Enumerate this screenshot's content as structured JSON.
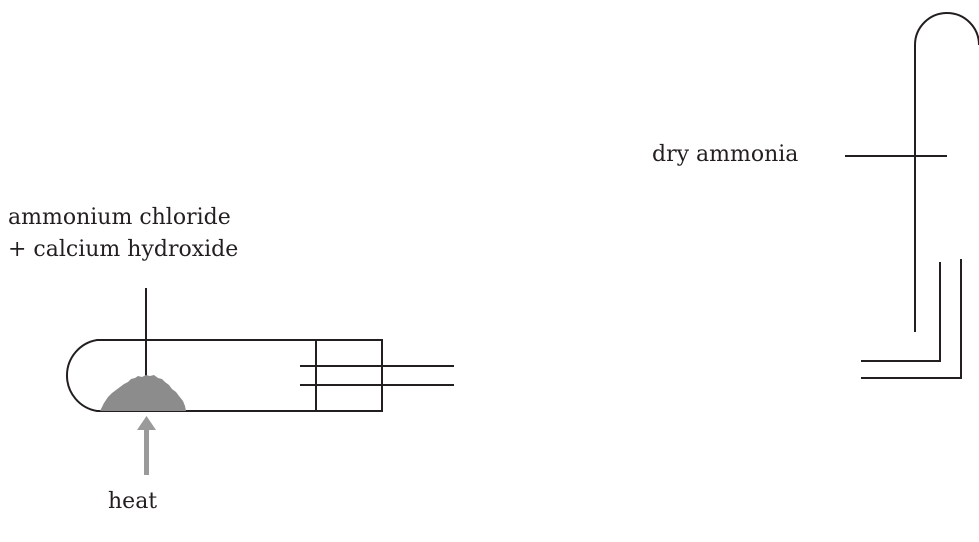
{
  "labels": {
    "reactants_line1": "ammonium chloride",
    "reactants_line2": "+ calcium hydroxide",
    "gas": "dry ammonia",
    "heat": "heat"
  },
  "colors": {
    "line": "#231f20",
    "solid": "#8c8c8c",
    "arrow": "#9a9a9a"
  }
}
